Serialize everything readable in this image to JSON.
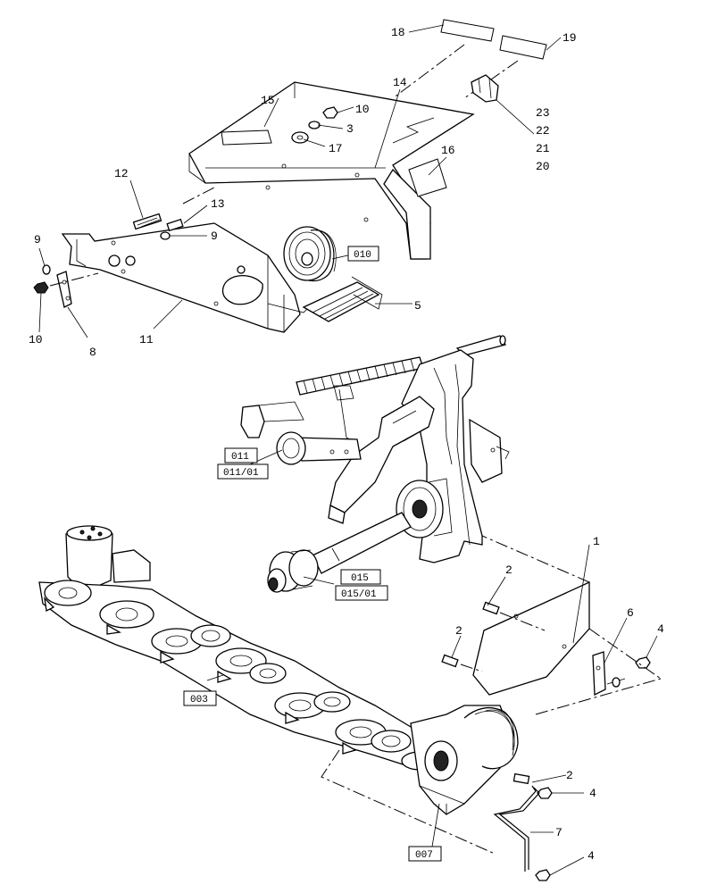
{
  "diagram": {
    "callouts": [
      {
        "id": "c18",
        "text": "18"
      },
      {
        "id": "c19",
        "text": "19"
      },
      {
        "id": "c15",
        "text": "15"
      },
      {
        "id": "c14",
        "text": "14"
      },
      {
        "id": "c10a",
        "text": "10"
      },
      {
        "id": "c3",
        "text": "3"
      },
      {
        "id": "c17",
        "text": "17"
      },
      {
        "id": "c16",
        "text": "16"
      },
      {
        "id": "c23",
        "text": "23"
      },
      {
        "id": "c22",
        "text": "22"
      },
      {
        "id": "c21",
        "text": "21"
      },
      {
        "id": "c20",
        "text": "20"
      },
      {
        "id": "c12",
        "text": "12"
      },
      {
        "id": "c13",
        "text": "13"
      },
      {
        "id": "c9a",
        "text": "9"
      },
      {
        "id": "c9b",
        "text": "9"
      },
      {
        "id": "c10b",
        "text": "10"
      },
      {
        "id": "c8",
        "text": "8"
      },
      {
        "id": "c11",
        "text": "11"
      },
      {
        "id": "c5",
        "text": "5"
      },
      {
        "id": "c1",
        "text": "1"
      },
      {
        "id": "c2a",
        "text": "2"
      },
      {
        "id": "c2b",
        "text": "2"
      },
      {
        "id": "c6",
        "text": "6"
      },
      {
        "id": "c4a",
        "text": "4"
      },
      {
        "id": "c2c",
        "text": "2"
      },
      {
        "id": "c4b",
        "text": "4"
      },
      {
        "id": "c7",
        "text": "7"
      },
      {
        "id": "c4c",
        "text": "4"
      }
    ],
    "references": [
      {
        "id": "r010",
        "text": "010"
      },
      {
        "id": "r011",
        "text": "011"
      },
      {
        "id": "r011_01",
        "text": "011/01"
      },
      {
        "id": "r015",
        "text": "015"
      },
      {
        "id": "r015_01",
        "text": "015/01"
      },
      {
        "id": "r003",
        "text": "003"
      },
      {
        "id": "r007",
        "text": "007"
      }
    ]
  }
}
